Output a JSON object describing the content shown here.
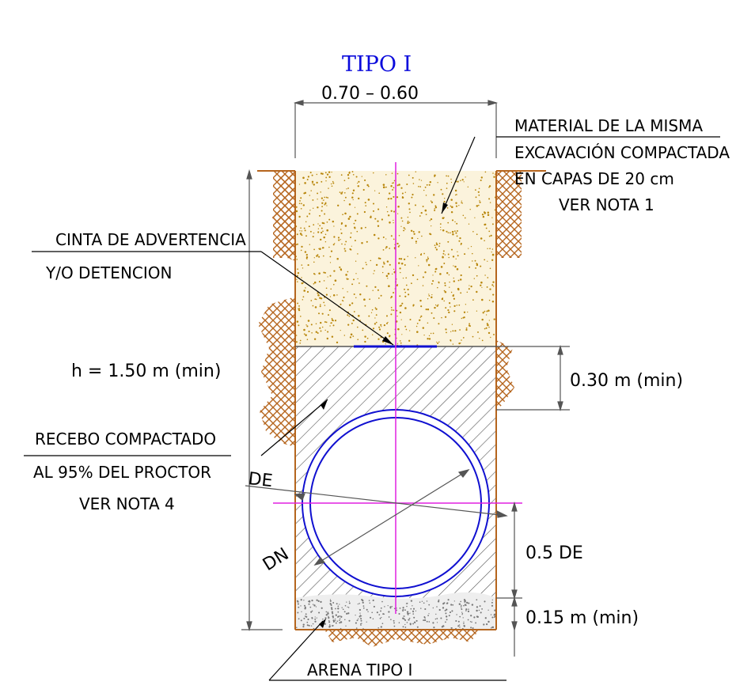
{
  "title": "TIPO I",
  "dimensions": {
    "width": "0.70  –  0.60",
    "depth": "h  =  1.50  m  (min)",
    "cover": "0.30  m  (min)",
    "half_de": "0.5  DE",
    "bedding": "0.15  m  (min)",
    "de": "DE",
    "dn": "DN"
  },
  "notes": {
    "backfill": [
      "MATERIAL  DE  LA  MISMA",
      "EXCAVACIÓN  COMPACTADA",
      "EN  CAPAS  DE  20  cm",
      "VER  NOTA  1"
    ],
    "tape": [
      "CINTA  DE  ADVERTENCIA",
      "Y/O  DETENCION"
    ],
    "recebo": [
      "RECEBO  COMPACTADO",
      "AL  95%  DEL  PROCTOR",
      "VER  NOTA  4"
    ],
    "sand": "ARENA  TIPO  I"
  },
  "colors": {
    "soil": "#b5651d",
    "fill_dots": "#b8860b",
    "hatch": "#555555",
    "pipe": "#1010d0",
    "axis": "#e020e0",
    "tape": "#1010d0",
    "title": "#0a0adc"
  }
}
